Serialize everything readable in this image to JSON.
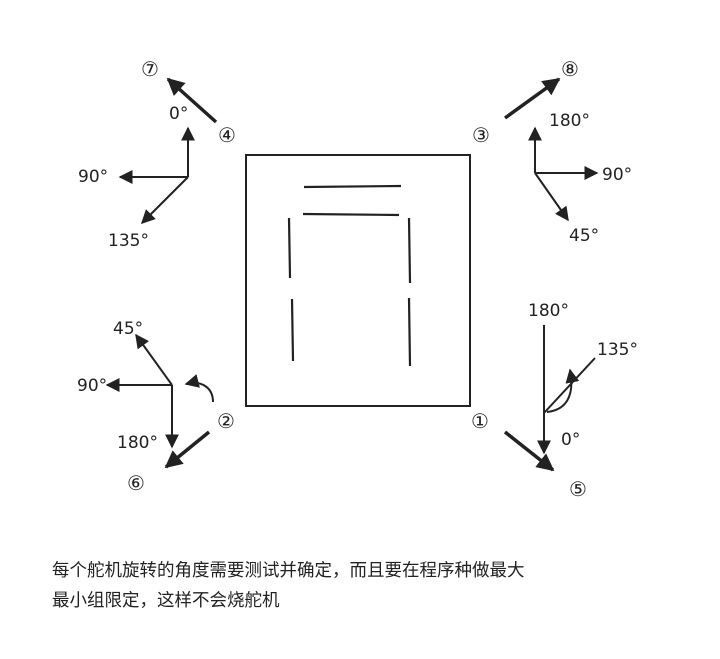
{
  "labels": {
    "num_1": "①",
    "num_2": "②",
    "num_3": "③",
    "num_4": "④",
    "num_5": "⑤",
    "num_6": "⑥",
    "num_7": "⑦",
    "num_8": "⑧"
  },
  "angles": {
    "tl_0": "0°",
    "tl_90": "90°",
    "tl_135": "135°",
    "tr_180": "180°",
    "tr_90": "90°",
    "tr_45": "45°",
    "bl_45": "45°",
    "bl_90": "90°",
    "bl_180": "180°",
    "br_180": "180°",
    "br_135": "135°",
    "br_0": "0°"
  },
  "caption": {
    "line1": "每个舵机旋转的角度需要测试并确定，而且要在程序种做最大",
    "line2": "最小组限定，这样不会烧舵机"
  },
  "colors": {
    "stroke": "#222222",
    "background": "#ffffff"
  }
}
